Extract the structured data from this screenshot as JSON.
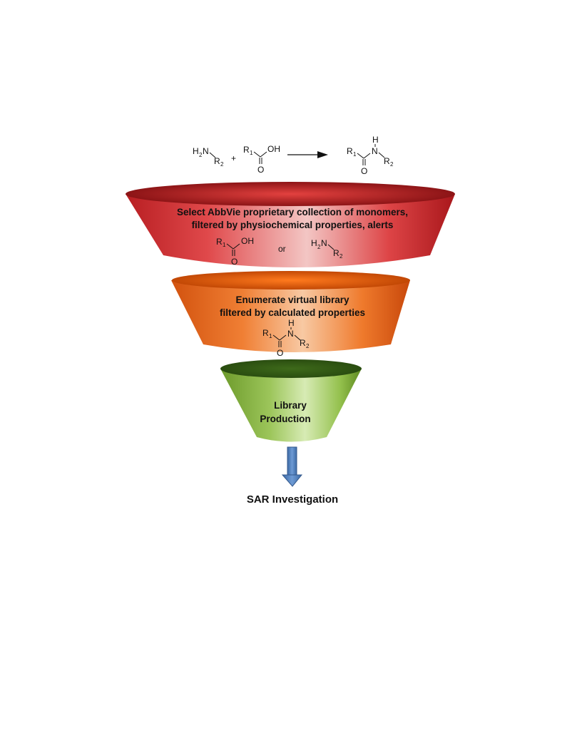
{
  "reaction": {
    "amine": {
      "h": "H",
      "h_sub": "2",
      "n": "N",
      "r": "R",
      "r_sub": "2"
    },
    "plus": "+",
    "acid": {
      "r": "R",
      "r_sub": "1",
      "oh": "OH",
      "o": "O"
    },
    "product": {
      "r1": "R",
      "r1_sub": "1",
      "h": "H",
      "n": "N",
      "r2": "R",
      "r2_sub": "2",
      "o": "O"
    }
  },
  "stages": [
    {
      "text_line1": "Select AbbVie proprietary collection of monomers,",
      "text_line2": "filtered by physiochemical properties, alerts",
      "or_label": "or",
      "color": "#d9383a"
    },
    {
      "text_line1": "Enumerate virtual library",
      "text_line2": "filtered by calculated properties",
      "color": "#ef6a1c"
    },
    {
      "text_line1": "Library",
      "text_line2": "Production",
      "color": "#8dbb3e"
    }
  ],
  "output": {
    "label": "SAR Investigation",
    "arrow_color": "#4f81bd"
  }
}
